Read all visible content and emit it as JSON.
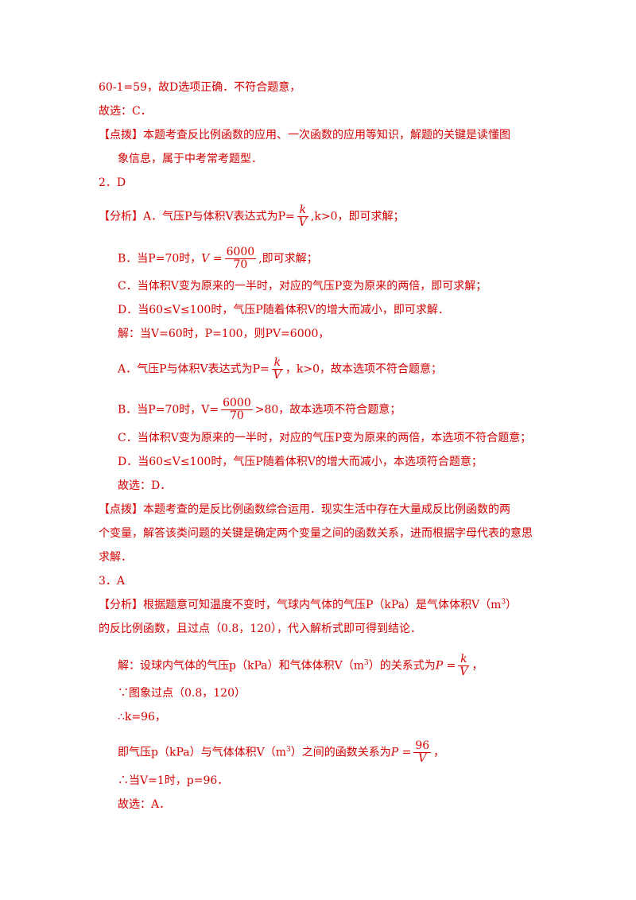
{
  "lines": {
    "l1": "60-1=59，故D选项正确．不符合题意，",
    "l2": "故选：C．",
    "l3": "【点拨】本题考查反比例函数的应用、一次函数的应用等知识，解题的关键是读懂图",
    "l4": "象信息，属于中考常考题型．",
    "l5": "2．D",
    "l6a": "【分析】A．气压P与体积V表达式为P=",
    "l6b": ",k>0，即可求解；",
    "l7a": "B．当P=70时，",
    "l7b": ",即可求解；",
    "l8": "C．当体积V变为原来的一半时，对应的气压P变为原来的两倍，即可求解；",
    "l9": "D．当60≤V≤100时，气压P随着体积V的增大而减小，即可求解．",
    "l10": "解：当V=60时，P=100，则PV=6000，",
    "l11a": "A．气压P与体积V表达式为P=",
    "l11b": "，k>0，故本选项不符合题意；",
    "l12a": "B．当P=70时，V=",
    "l12b": ">80，故本选项不符合题意；",
    "l13": "C．当体积V变为原来的一半时，对应的气压P变为原来的两倍，本选项不符合题意；",
    "l14": "D．当60≤V≤100时，气压P随着体积V的增大而减小，本选项符合题意；",
    "l15": "故选：D．",
    "l16": "【点拨】本题考查的是反比例函数综合运用．现实生活中存在大量成反比例函数的两",
    "l17": "个变量，解答该类问题的关键是确定两个变量之间的函数关系，进而根据字母代表的意思",
    "l18": "求解．",
    "l19": "3．A",
    "l20a": "【分析】根据题意可知温度不变时，气球内气体的气压P（kPa）是气体体积V（m",
    "l20b": "）",
    "l21": "的反比例函数，且过点（0.8，120），代入解析式即可得到结论．",
    "l22a": "解：设球内气体的气压p（kPa）和气体体积V（m",
    "l22b": "）的关系式为",
    "l22c": "，",
    "l23": "∵图象过点（0.8，120）",
    "l24": "∴k=96，",
    "l25a": "即气压p（kPa）与气体体积V（m",
    "l25b": "）之间的函数关系为",
    "l25c": "，",
    "l26": "∴当V=1时，p=96．",
    "l27": "故选：A．"
  },
  "math": {
    "k": "k",
    "V": "V",
    "P_eq": "P =",
    "p_eq": "P =",
    "V_eq": "V =",
    "n6000": "6000",
    "n70": "70",
    "n96": "96",
    "sup3": "3"
  },
  "colors": {
    "text": "#d40000",
    "background": "#ffffff"
  }
}
